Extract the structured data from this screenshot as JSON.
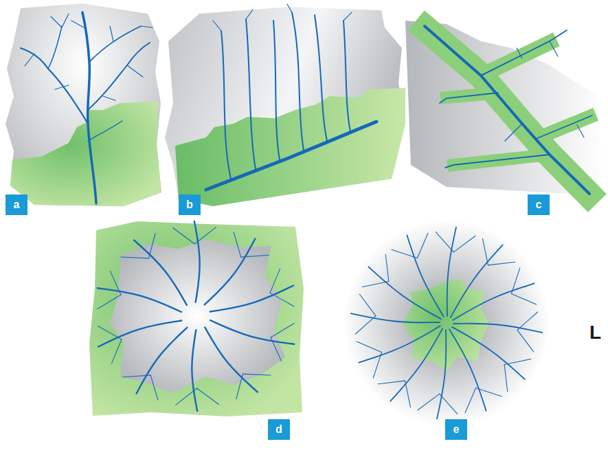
{
  "diagram": {
    "nodes": [
      {
        "text": [
          "a"
        ]
      },
      {
        "text": [
          "b"
        ]
      },
      {
        "text": [
          "c"
        ]
      },
      {
        "text": [
          "d"
        ]
      },
      {
        "text": [
          "e"
        ]
      }
    ],
    "labels": [
      "L"
    ]
  }
}
